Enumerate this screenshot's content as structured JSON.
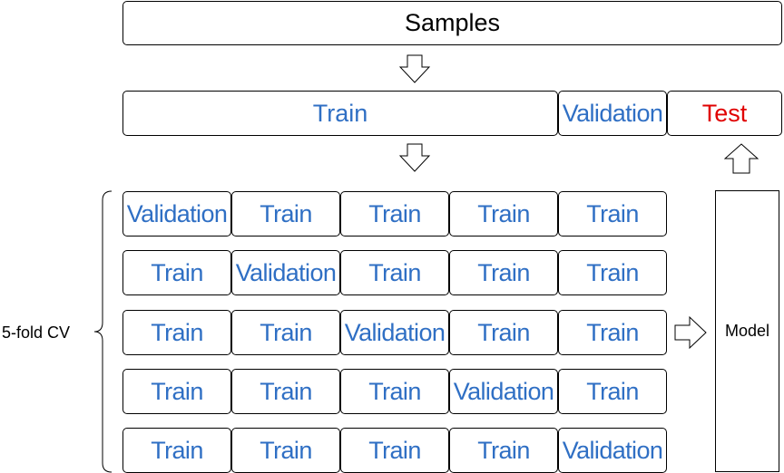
{
  "samples_label": "Samples",
  "split": {
    "train": "Train",
    "validation": "Validation",
    "test": "Test"
  },
  "cv_label": "5-fold CV",
  "model_label": "Model",
  "folds": [
    [
      "Validation",
      "Train",
      "Train",
      "Train",
      "Train"
    ],
    [
      "Train",
      "Validation",
      "Train",
      "Train",
      "Train"
    ],
    [
      "Train",
      "Train",
      "Validation",
      "Train",
      "Train"
    ],
    [
      "Train",
      "Train",
      "Train",
      "Validation",
      "Train"
    ],
    [
      "Train",
      "Train",
      "Train",
      "Train",
      "Validation"
    ]
  ],
  "colors": {
    "train_text": "#2f6fc4",
    "test_text": "#e00000",
    "border": "#000000"
  }
}
